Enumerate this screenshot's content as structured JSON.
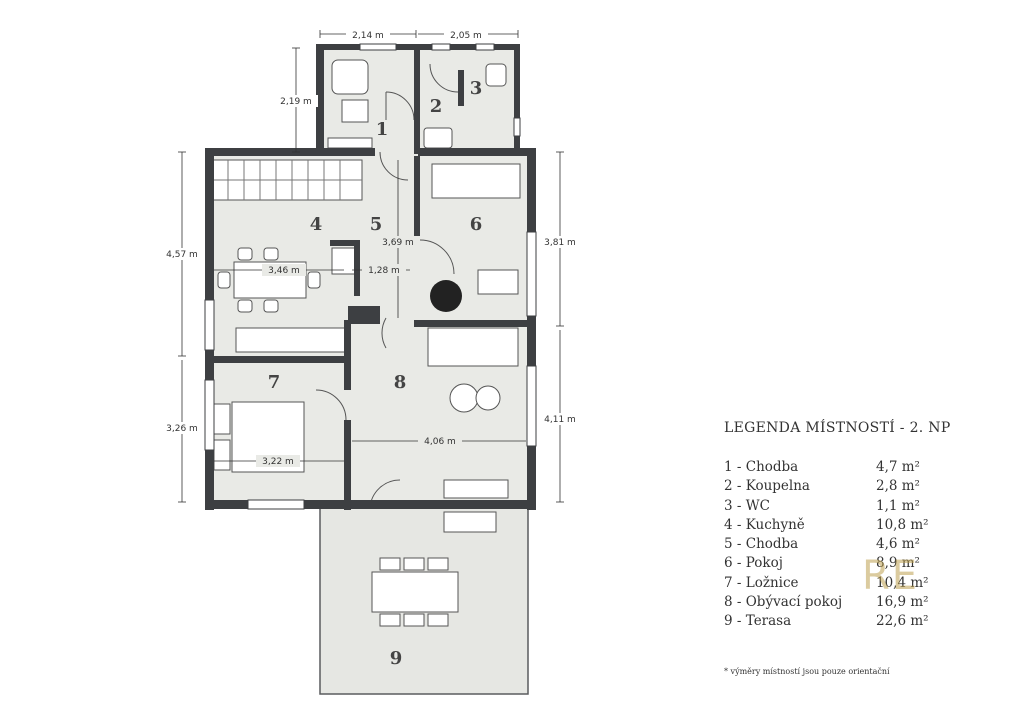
{
  "colors": {
    "wall": "#3d3f42",
    "floor": "#e9eae6",
    "terrace": "#e6e7e3",
    "dim_line": "#333333",
    "logo": "#c8a84e"
  },
  "dimensions": [
    "2,14 m",
    "2,05 m",
    "2,19 m",
    "4,57 m",
    "3,46 m",
    "1,28 m",
    "3,69 m",
    "3,81 m",
    "4,11 m",
    "3,26 m",
    "3,22 m",
    "4,06 m"
  ],
  "rooms": [
    "1",
    "2",
    "3",
    "4",
    "5",
    "6",
    "7",
    "8",
    "9"
  ],
  "legend": {
    "title": "LEGENDA MÍSTNOSTÍ - 2. NP",
    "items": [
      {
        "name": "1 - Chodba",
        "area": "4,7 m²"
      },
      {
        "name": "2 - Koupelna",
        "area": "2,8 m²"
      },
      {
        "name": "3 - WC",
        "area": "1,1 m²"
      },
      {
        "name": "4 - Kuchyně",
        "area": "10,8 m²"
      },
      {
        "name": "5 - Chodba",
        "area": "4,6 m²"
      },
      {
        "name": "6 - Pokoj",
        "area": "8,9 m²"
      },
      {
        "name": "7 - Ložnice",
        "area": "10,4 m²"
      },
      {
        "name": "8 - Obývací pokoj",
        "area": "16,9 m²"
      },
      {
        "name": "9 - Terasa",
        "area": "22,6 m²"
      }
    ],
    "note": "*  výměry místností jsou pouze orientační"
  },
  "logo_text": "RE"
}
